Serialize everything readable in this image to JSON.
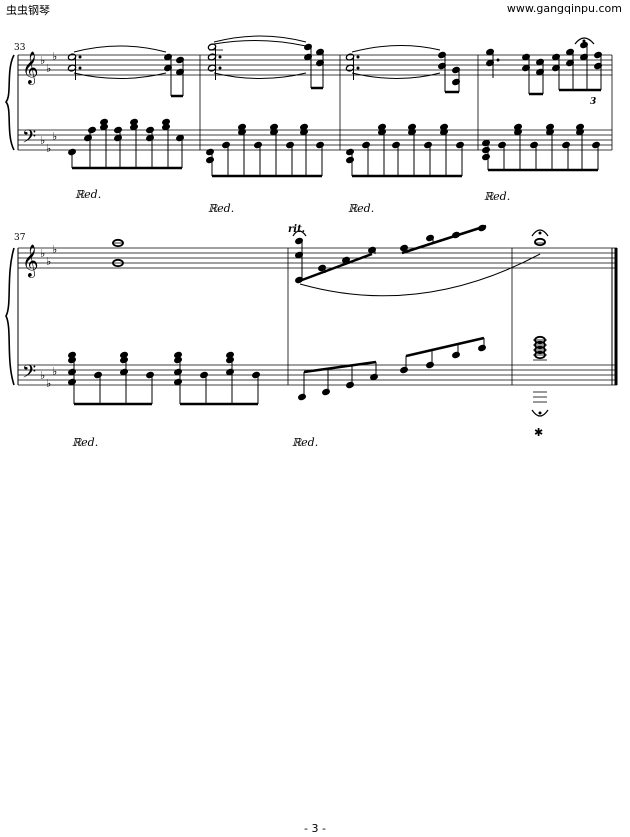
{
  "header": {
    "site_name": "虫虫钢琴",
    "site_url": "www.gangqinpu.com"
  },
  "system1": {
    "start_measure": "33",
    "pedal_marks": [
      "ℝed.",
      "ℝed.",
      "ℝed.",
      "ℝed."
    ],
    "triplet": "3"
  },
  "system2": {
    "start_measure": "37",
    "tempo_mark": "rit.",
    "pedal_marks": [
      "ℝed.",
      "ℝed."
    ],
    "pedal_release": "✱"
  },
  "footer": {
    "page_number": "- 3 -"
  },
  "colors": {
    "ink": "#000000",
    "paper": "#ffffff"
  },
  "key_signature": "E-flat major (3 flats)"
}
